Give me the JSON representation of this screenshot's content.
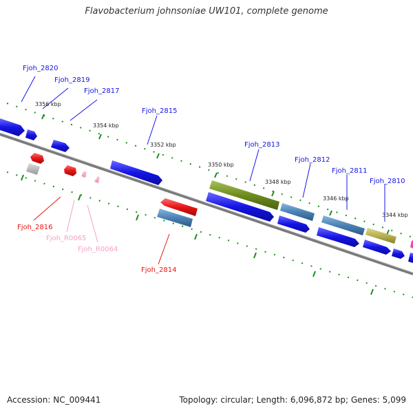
{
  "title": "Flavobacterium johnsoniae UW101, complete genome",
  "footer": {
    "accession": "Accession: NC_009441",
    "topology": "Topology: circular; Length: 6,096,872 bp; Genes: 5,099"
  },
  "colors": {
    "forward_gene": "#1414e6",
    "reverse_gene": "#e61414",
    "rna": "#f4a0c8",
    "blue_gray": "#4a82b4",
    "olive": "#6e8c1e",
    "khaki": "#b8b050",
    "pseudo": "#b4b4b4",
    "tick": "#1a8c1a",
    "backbone": "#7a7a7a"
  },
  "coordinate_labels": [
    "3356 kbp",
    "3354 kbp",
    "3352 kbp",
    "3350 kbp",
    "3348 kbp",
    "3346 kbp",
    "3344 kbp"
  ],
  "gene_labels": {
    "forward": [
      "Fjoh_2820",
      "Fjoh_2819",
      "Fjoh_2817",
      "Fjoh_2815",
      "Fjoh_2813",
      "Fjoh_2812",
      "Fjoh_2811",
      "Fjoh_2810"
    ],
    "reverse": [
      "Fjoh_2816",
      "Fjoh_R0065",
      "Fjoh_R0064",
      "Fjoh_2814"
    ]
  }
}
